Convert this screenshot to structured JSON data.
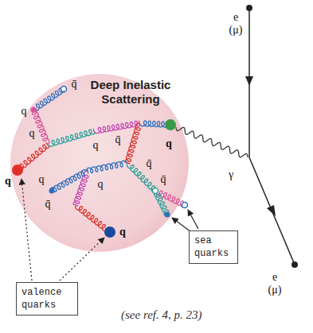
{
  "diagram": {
    "title": "Deep Inelastic Scattering",
    "caption": "(see ref. 4, p. 23)",
    "nodes": [
      {
        "text": [
          "sea quarks"
        ]
      },
      {
        "text": [
          "valence quarks"
        ]
      }
    ],
    "labels": [
      "e (μ)",
      "e (μ)",
      "γ",
      "q̄",
      "q",
      "q",
      "q",
      "q",
      "q̄",
      "q",
      "q̄",
      "q",
      "q",
      "q̄",
      "q",
      "q̄"
    ]
  }
}
